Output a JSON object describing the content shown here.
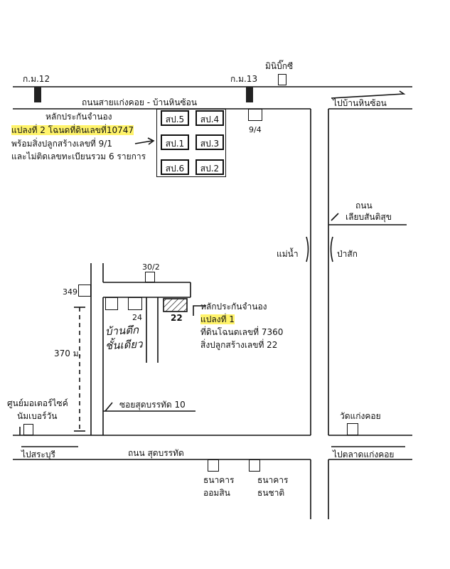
{
  "markers": {
    "km12": "ก.ม.12",
    "km13": "ก.ม.13"
  },
  "landmarks": {
    "minibig_c": "มินิบิ๊กซี",
    "motorcycle_shop_line1": "ศูนย์มอเตอร์ไซค์",
    "motorcycle_shop_line2": "นัมเบอร์วัน",
    "wat_kaeng_khoi": "วัดแก่งคอย",
    "bank_omsin_line1": "ธนาคาร",
    "bank_omsin_line2": "ออมสิน",
    "bank_thanachart_line1": "ธนาคาร",
    "bank_thanachart_line2": "ธนชาติ",
    "river": "แม่น้ำ",
    "pasak": "ป่าสัก"
  },
  "roads": {
    "top_road": "ถนนสายแก่งคอย - บ้านหินซ้อน",
    "to_ban_hin_son": "ไปบ้านหินซ้อน",
    "bypass_line1": "ถนน",
    "bypass_line2": "เลียบสันติสุข",
    "soi": "ซอยสุดบรรทัด 10",
    "bottom_road": "ถนน สุดบรรทัด",
    "to_saraburi": "ไปสระบุรี",
    "to_talat_kaeng_khoi": "ไปตลาดแก่งคอย"
  },
  "plot2": {
    "line1": "หลักประกันจำนอง",
    "line2": "แปลงที่ 2  โฉนดที่ดินเลขที่10747",
    "line3": "พร้อมสิ่งปลูกสร้างเลขที่  9/1",
    "line4": "และไม่ติดเลขทะเบียนรวม 6 รายการ"
  },
  "buildings": {
    "sp5": "สป.5",
    "sp4": "สป.4",
    "sp1": "สป.1",
    "sp3": "สป.3",
    "sp6": "สป.6",
    "sp2": "สป.2"
  },
  "house_numbers": {
    "h94": "9/4",
    "h302": "30/2",
    "h349": "349",
    "h24": "24",
    "h22": "22"
  },
  "plot1": {
    "line1": "หลักประกันจำนอง",
    "line2": "แปลงที่ 1",
    "line3": "ที่ดินโฉนดเลขที่ 7360",
    "line4": "สิ่งปลูกสร้างเลขที่ 22"
  },
  "handwriting": {
    "line1": "บ้านตึก",
    "line2": "ชั้นเดียว"
  },
  "distance": "370 ม.",
  "colors": {
    "highlight": "#fff36b",
    "ink": "#111111"
  }
}
